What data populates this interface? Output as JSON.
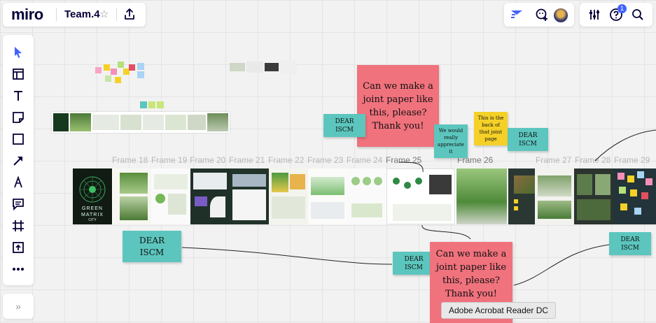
{
  "app": {
    "logo": "miro",
    "board_title": "Team.4",
    "star": "☆",
    "notification_count": "1"
  },
  "frames": [
    {
      "label": "Frame 18"
    },
    {
      "label": "Frame 19"
    },
    {
      "label": "Frame 20"
    },
    {
      "label": "Frame 21"
    },
    {
      "label": "Frame 22"
    },
    {
      "label": "Frame 23"
    },
    {
      "label": "Frame 24"
    },
    {
      "label": "Frame 25"
    },
    {
      "label": "Frame 26"
    },
    {
      "label": "Frame 27"
    },
    {
      "label": "Frame 28"
    },
    {
      "label": "Frame 29"
    }
  ],
  "slide_text": {
    "green_matrix": "GREEN\nMATRIX",
    "city": "CITY"
  },
  "stickies": {
    "pink_top": "Can we make a joint paper like this, please? Thank you!",
    "pink_bottom": "Can we make a joint paper like this, please? Thank you!",
    "teal_dear": "DEAR ISCM",
    "teal_appreciate": "We would really appreciate it",
    "yellow_back": "This is the back of that joint page"
  },
  "tooltip": "Adobe Acrobat Reader DC",
  "colors": {
    "teal": "#5cc6be",
    "pink": "#f0727d",
    "yellow": "#f5d128",
    "accent": "#4262ff"
  }
}
